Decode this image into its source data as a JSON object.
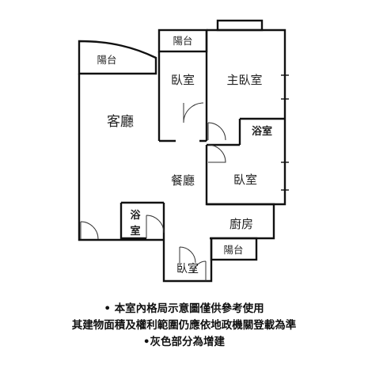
{
  "rooms": {
    "balcony_top": "陽台",
    "balcony_left": "陽台",
    "bedroom_mid": "臥室",
    "master_bedroom": "主臥室",
    "bathroom_master": "浴室",
    "living_room": "客廳",
    "dining_room": "餐廳",
    "bedroom_right": "臥室",
    "bathroom_lower": "浴",
    "bathroom_lower_2": "室",
    "kitchen": "廚房",
    "bedroom_bottom": "臥室",
    "balcony_bottom": "陽台"
  },
  "notes": [
    "• 本室內格局示意圖僅供參考使用",
    "其建物面積及權利範圍仍應依地政機關登載為準",
    "•灰色部分為增建"
  ]
}
